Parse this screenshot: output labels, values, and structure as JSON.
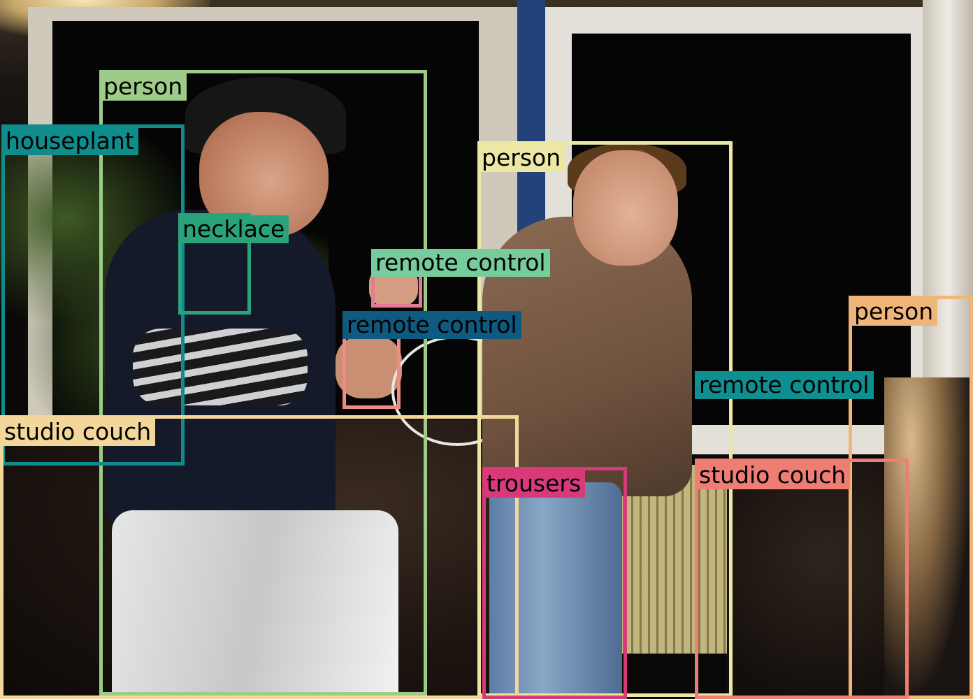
{
  "image": {
    "description_free": true
  },
  "colors": {
    "person_1": "#9ccc88",
    "person_2": "#ece7a4",
    "person_3": "#f0b679",
    "houseplant": "#0f8c8c",
    "necklace": "#2ba37a",
    "remote_control_1": "#76cc9c",
    "remote_control_1_box": "#e57a95",
    "remote_control_2": "#0f5a80",
    "remote_control_2_box": "#ef8b82",
    "remote_control_3": "#0f9090",
    "studio_couch_1": "#f3d79a",
    "studio_couch_2": "#ee7d73",
    "trousers": "#d83a79"
  },
  "annotations": [
    {
      "id": "person-1",
      "label": "person",
      "color": "#9ccc88"
    },
    {
      "id": "houseplant",
      "label": "houseplant",
      "color": "#0f8c8c"
    },
    {
      "id": "person-2",
      "label": "person",
      "color": "#ece7a4"
    },
    {
      "id": "necklace",
      "label": "necklace",
      "color": "#2ba37a"
    },
    {
      "id": "remote-control-1",
      "label": "remote control",
      "color": "#76cc9c"
    },
    {
      "id": "remote-control-2",
      "label": "remote control",
      "color": "#0f5a80"
    },
    {
      "id": "person-3",
      "label": "person",
      "color": "#f0b679"
    },
    {
      "id": "remote-control-3",
      "label": "remote control",
      "color": "#0f9090"
    },
    {
      "id": "studio-couch-1",
      "label": "studio couch",
      "color": "#f3d79a"
    },
    {
      "id": "trousers",
      "label": "trousers",
      "color": "#d83a79"
    },
    {
      "id": "studio-couch-2",
      "label": "studio couch",
      "color": "#ee7d73"
    }
  ]
}
